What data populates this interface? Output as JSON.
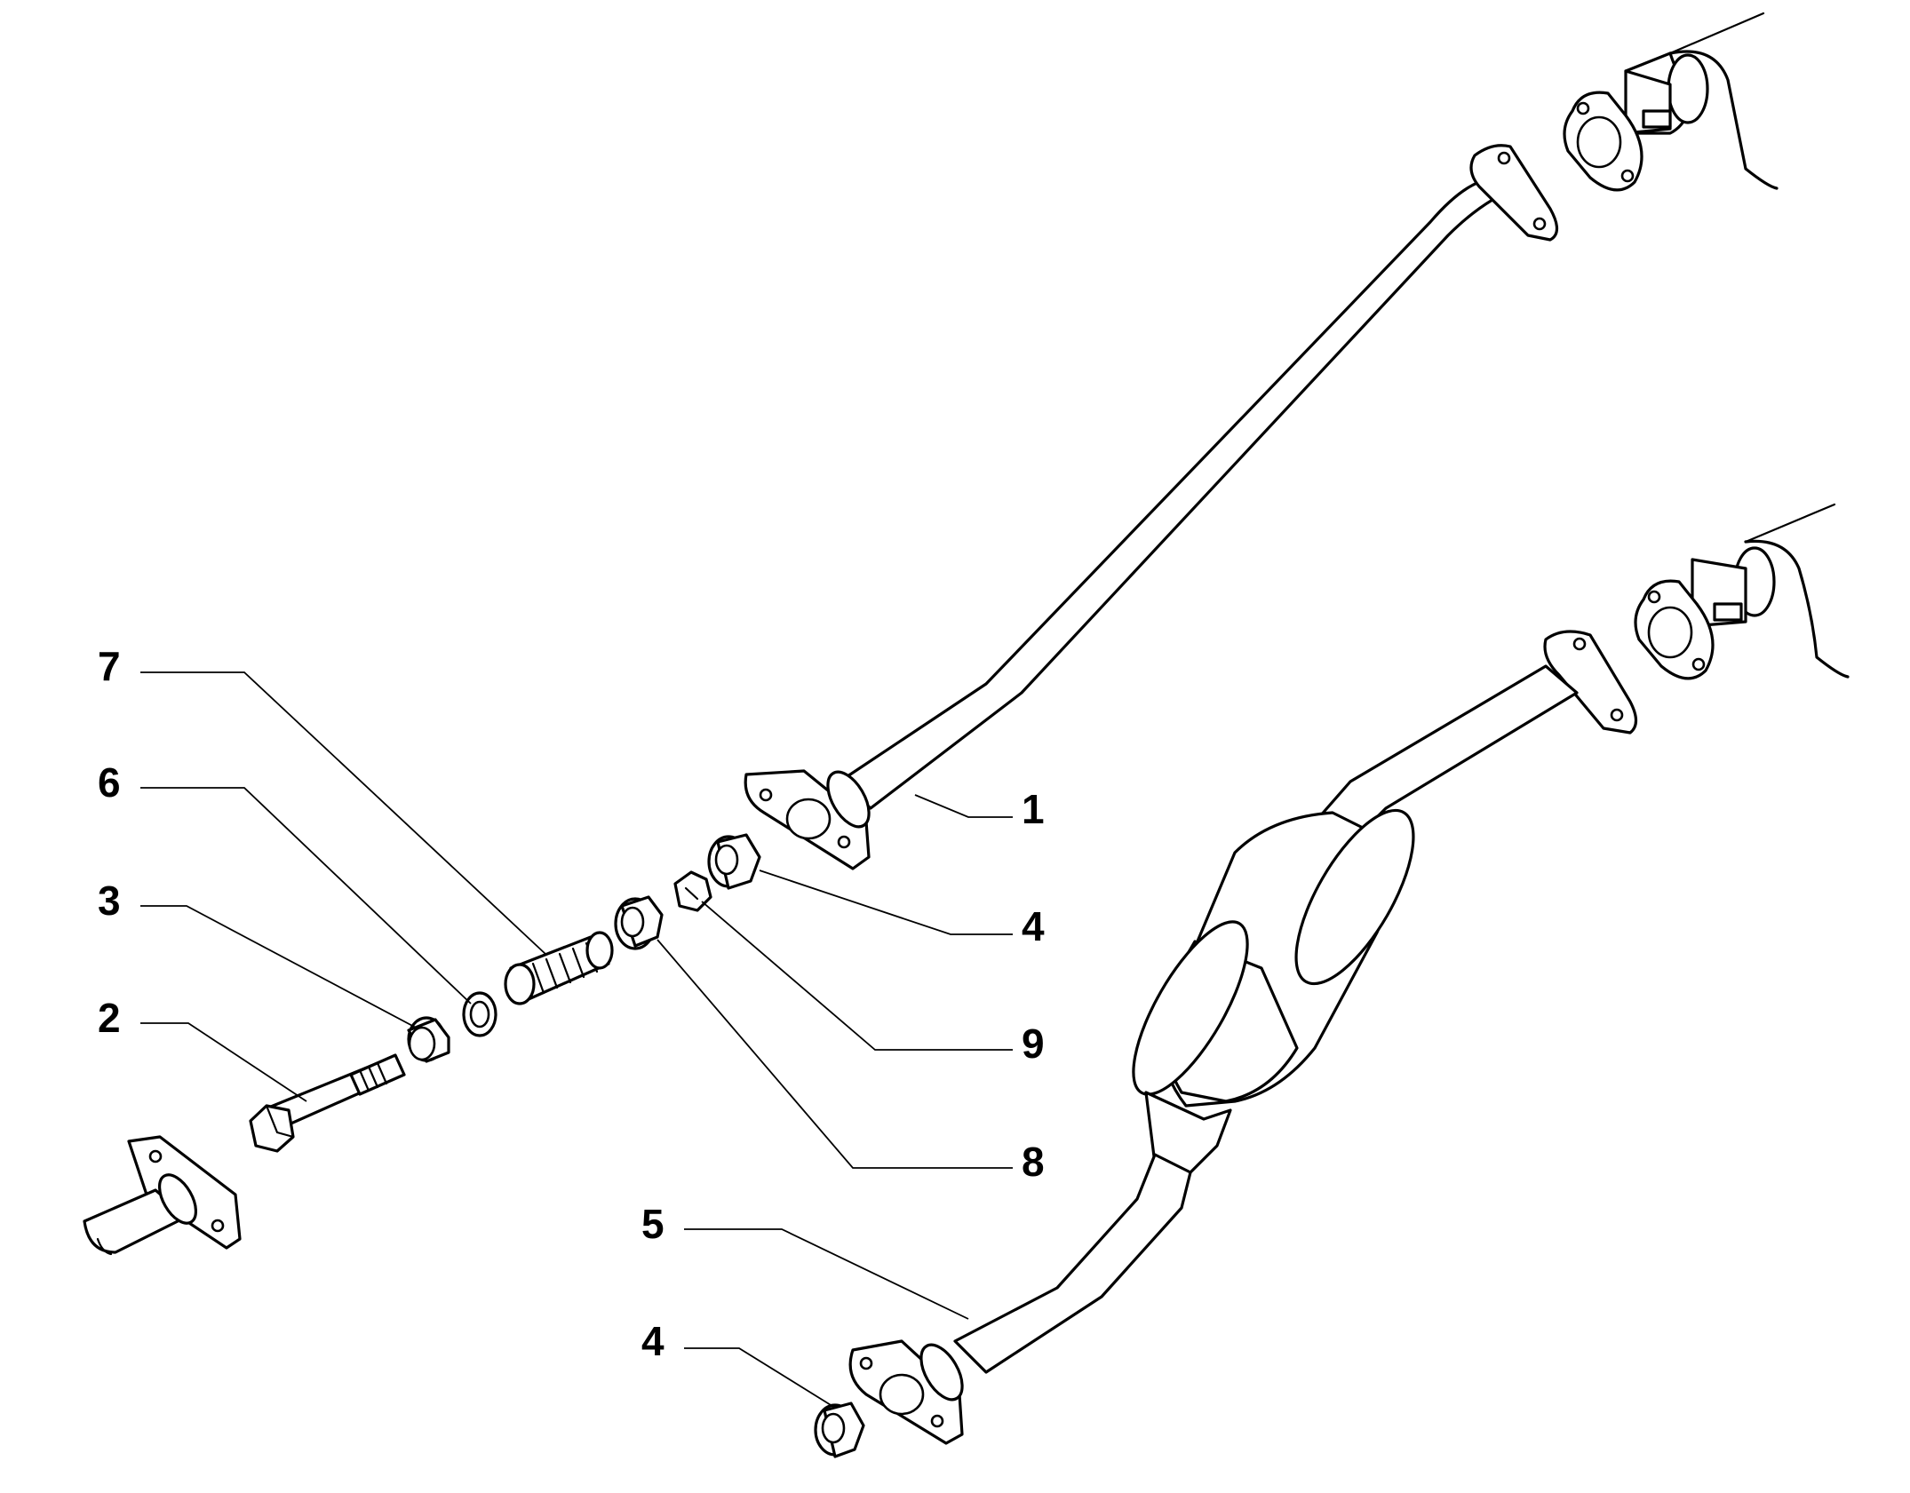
{
  "callouts": [
    {
      "id": "c7",
      "label": "7"
    },
    {
      "id": "c6",
      "label": "6"
    },
    {
      "id": "c3",
      "label": "3"
    },
    {
      "id": "c2",
      "label": "2"
    },
    {
      "id": "c1",
      "label": "1"
    },
    {
      "id": "c4a",
      "label": "4"
    },
    {
      "id": "c9",
      "label": "9"
    },
    {
      "id": "c8",
      "label": "8"
    },
    {
      "id": "c5",
      "label": "5"
    },
    {
      "id": "c4b",
      "label": "4"
    }
  ],
  "colors": {
    "line": "#000000",
    "background": "#ffffff"
  }
}
